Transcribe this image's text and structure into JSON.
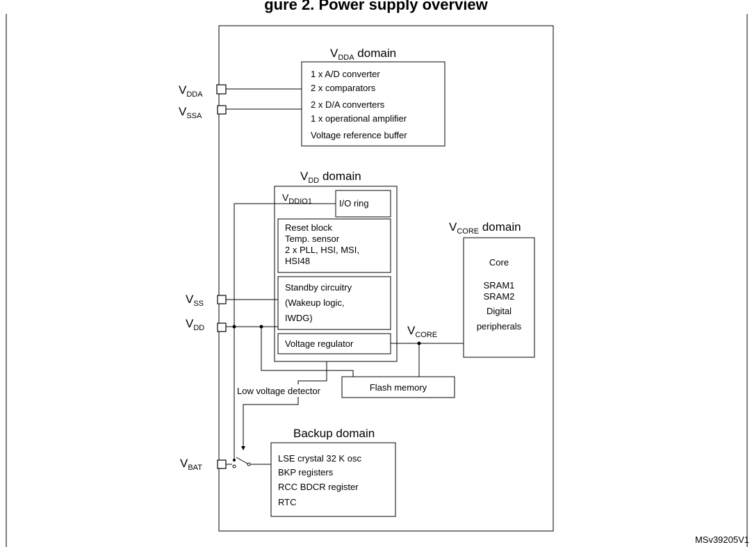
{
  "figure_title": "gure 2. Power supply overview",
  "figure_ref": "MSv39205V1",
  "vdda_domain": {
    "title_main": "V",
    "title_sub": "DDA",
    "title_suffix": " domain",
    "items": [
      "1 x A/D converter",
      "2 x comparators",
      "2 x D/A converters",
      "1 x operational amplifier",
      "Voltage reference buffer"
    ]
  },
  "pins": {
    "vdda": {
      "main": "V",
      "sub": "DDA"
    },
    "vssa": {
      "main": "V",
      "sub": "SSA"
    },
    "vss": {
      "main": "V",
      "sub": "SS"
    },
    "vdd": {
      "main": "V",
      "sub": "DD"
    },
    "vbat": {
      "main": "V",
      "sub": "BAT"
    }
  },
  "vdd_domain": {
    "title_main": "V",
    "title_sub": "DD",
    "title_suffix": " domain",
    "vddio1": {
      "main": "V",
      "sub": "DDIO1"
    },
    "io_ring": "I/O ring",
    "reset_block": [
      "Reset block",
      "Temp. sensor",
      "2 x PLL, HSI, MSI,",
      "HSI48"
    ],
    "standby": [
      "Standby circuitry",
      "(Wakeup logic,",
      "IWDG)"
    ],
    "regulator": "Voltage regulator"
  },
  "vcore_domain": {
    "title_main": "V",
    "title_sub": "CORE",
    "title_suffix": " domain",
    "items": [
      "Core",
      "SRAM1",
      "SRAM2",
      "Digital",
      "peripherals"
    ]
  },
  "vcore_node": {
    "main": "V",
    "sub": "CORE"
  },
  "flash_memory": "Flash memory",
  "low_voltage_detector": "Low voltage detector",
  "backup_domain": {
    "title": "Backup domain",
    "items": [
      "LSE crystal 32 K osc",
      "BKP registers",
      "RCC BDCR register",
      "RTC"
    ]
  }
}
